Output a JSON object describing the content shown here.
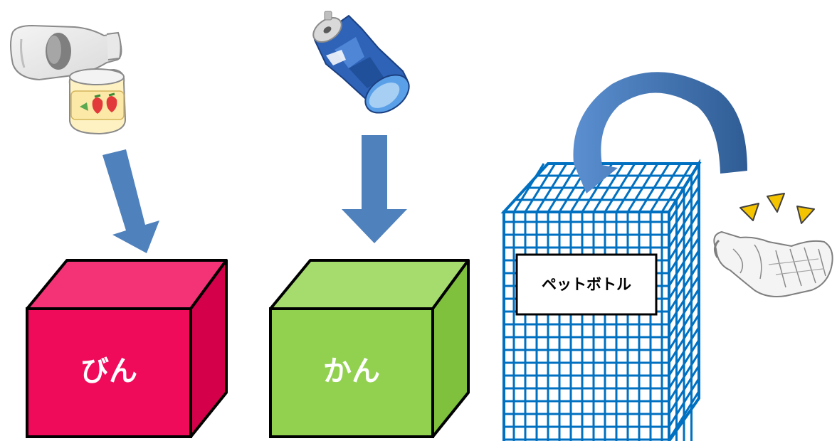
{
  "bins": {
    "glass": {
      "label": "びん",
      "front_color": "#EF0A5A",
      "top_color": "#F43376",
      "side_color": "#D40049"
    },
    "cans": {
      "label": "かん",
      "front_color": "#92D050",
      "top_color": "#A6DC6E",
      "side_color": "#7FC03C"
    },
    "pet_bottles": {
      "label": "ペットボトル",
      "net_color": "#0070C0"
    }
  },
  "colors": {
    "arrow": "#4F81BD",
    "arrow_dark": "#3A6AA0",
    "burst": "#F5C400",
    "outline": "#000000"
  },
  "icons": {
    "glass_items": "glass-bottle-and-jam-jar-icon",
    "can_item": "crushed-can-icon",
    "pet_item": "crushed-plastic-bottle-icon"
  }
}
